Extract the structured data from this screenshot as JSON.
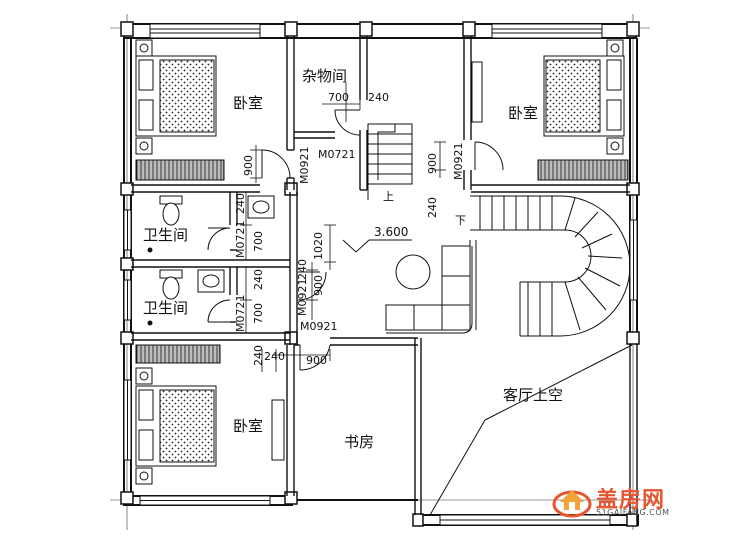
{
  "rooms": {
    "bedroom_tl": "卧室",
    "storage": "杂物间",
    "bedroom_tr": "卧室",
    "bathroom_1": "卫生间",
    "bathroom_2": "卫生间",
    "bedroom_bl": "卧室",
    "study": "书房",
    "living_void": "客厅上空"
  },
  "labels": {
    "elevation": "3.600",
    "stair_up": "上",
    "stair_down": "下"
  },
  "dimensions": {
    "d_700_storage": "700",
    "d_240_storage": "240",
    "m0721_storage": "M0721",
    "d_900_left": "900",
    "m0921_left": "M0921",
    "d_900_right": "900",
    "m0921_right": "M0921",
    "d_240_right": "240",
    "d_240_bath": "240",
    "m0721_bath1": "M0721",
    "d_700_bath1": "700",
    "d_1020": "1020",
    "m0921_mid": "M0921",
    "d_240_mid": "240",
    "d_900_mid": "900",
    "d_240_b2": "240",
    "m0721_bath2": "M0721",
    "d_700_bath2": "700",
    "m0921_bottom": "M0921",
    "d_240_bl1": "240",
    "d_240_bl2": "240",
    "d_900_bottom": "900"
  },
  "logo": {
    "name_cn": "盖房网",
    "domain": "51GAIFANG.COM"
  }
}
